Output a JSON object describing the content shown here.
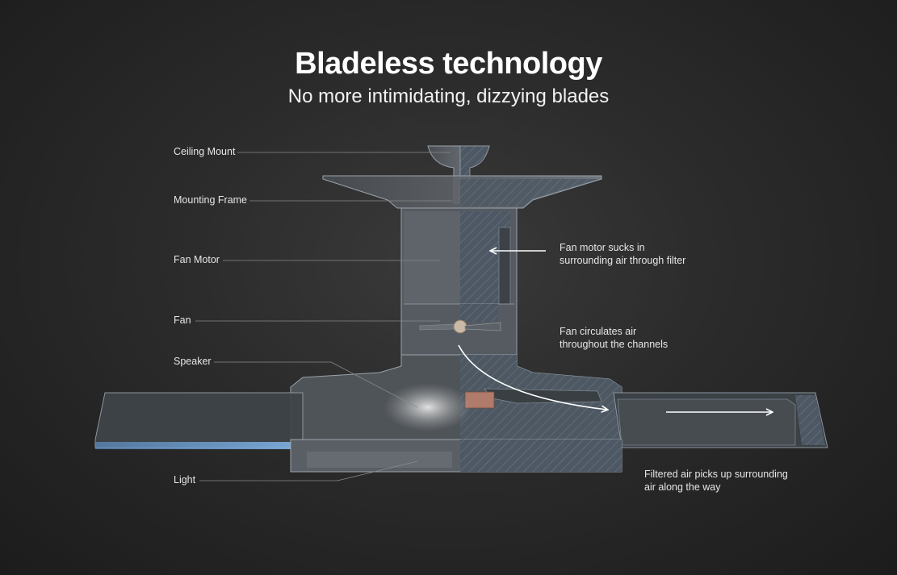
{
  "header": {
    "title": "Bladeless technology",
    "subtitle": "No more intimidating, dizzying blades"
  },
  "labels": {
    "ceiling_mount": "Ceiling Mount",
    "mounting_frame": "Mounting Frame",
    "fan_motor": "Fan Motor",
    "fan": "Fan",
    "speaker": "Speaker",
    "light": "Light"
  },
  "notes": {
    "motor_line1": "Fan motor sucks in",
    "motor_line2": "surrounding air through filter",
    "fan_line1": "Fan circulates air",
    "fan_line2": "throughout the channels",
    "air_line1": "Filtered air picks up surrounding",
    "air_line2": "air along the way"
  },
  "colors": {
    "background": "#2a2a2a",
    "body_fill": "#5b6066",
    "outline": "#9aa3ab",
    "light_blue": "#5c97d4",
    "leader_line": "#8a8a8a",
    "arrow": "#ffffff"
  }
}
